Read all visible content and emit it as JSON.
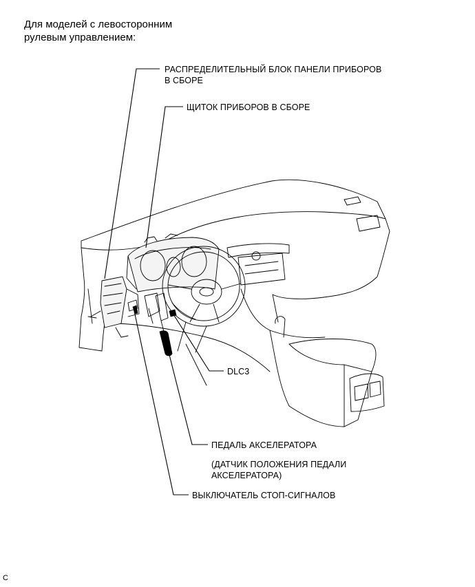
{
  "heading": "Для моделей с левосторонним\nрулевым управлением:",
  "labels": {
    "instrument_panel_junction_block": "РАСПРЕДЕЛИТЕЛЬНЫЙ БЛОК ПАНЕЛИ ПРИБОРОВ\nВ СБОРЕ",
    "combination_meter": "ЩИТОК ПРИБОРОВ В СБОРЕ",
    "dlc3": "DLC3",
    "accelerator_pedal": "ПЕДАЛЬ АКСЕЛЕРАТОРА",
    "accelerator_sensor": "(ДАТЧИК ПОЛОЖЕНИЯ ПЕДАЛИ\nАКСЕЛЕРАТОРА)",
    "stop_light_switch": "ВЫКЛЮЧАТЕЛЬ СТОП-СИГНАЛОВ"
  },
  "corner_mark": "C",
  "colors": {
    "line": "#000000",
    "background": "#ffffff"
  }
}
